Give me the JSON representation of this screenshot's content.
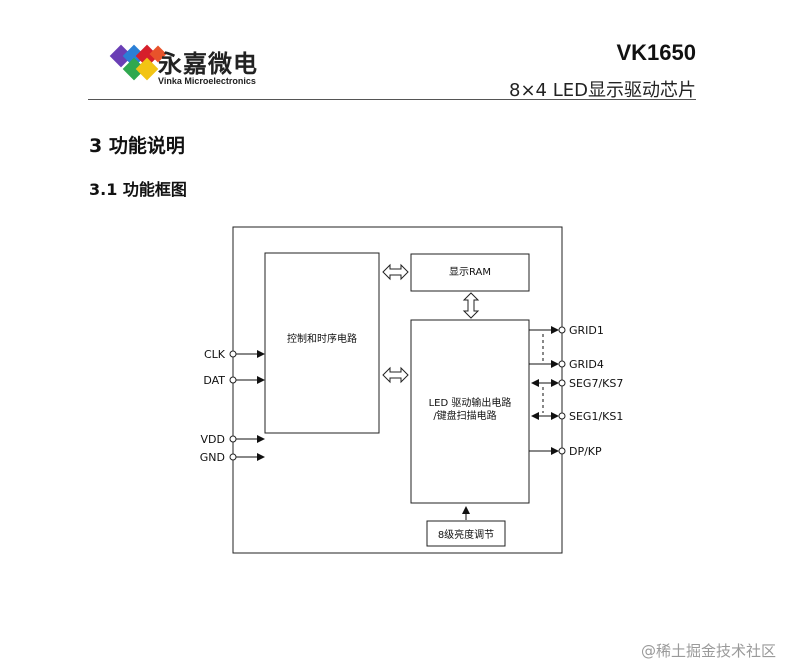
{
  "header": {
    "logo_cn": "永嘉微电",
    "logo_en": "Vinka Microelectronics",
    "model": "VK1650",
    "subtitle": "8×4  LED显示驱动芯片"
  },
  "section": {
    "title": "3   功能说明"
  },
  "subsection": {
    "title": "3.1  功能框图"
  },
  "diagram": {
    "blocks": {
      "control": "控制和时序电路",
      "ram": "显示RAM",
      "driver_line1": "LED 驱动输出电路",
      "driver_line2": "/键盘扫描电路",
      "brightness": "8级亮度调节"
    },
    "left_pins": {
      "clk": "CLK",
      "dat": "DAT",
      "vdd": "VDD",
      "gnd": "GND"
    },
    "right_pins": {
      "grid1": "GRID1",
      "grid4": "GRID4",
      "seg7": "SEG7/KS7",
      "seg1": "SEG1/KS1",
      "dp": "DP/KP"
    }
  },
  "watermark": "@稀土掘金技术社区"
}
